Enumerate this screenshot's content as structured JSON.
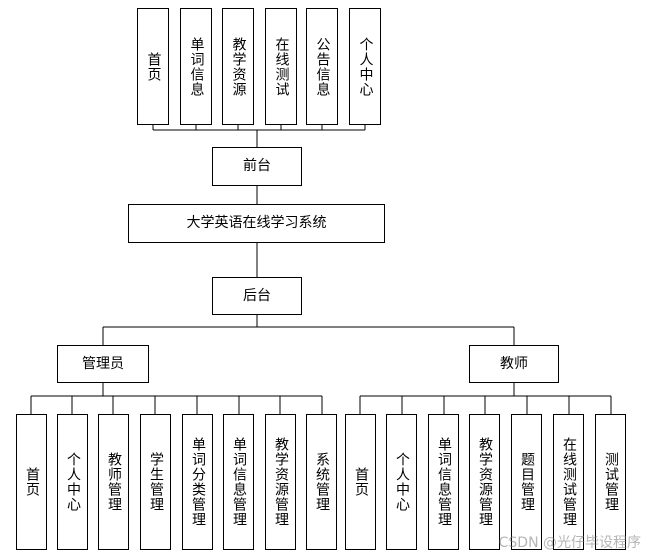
{
  "diagram": {
    "root": "大学英语在线学习系统",
    "frontend": {
      "label": "前台",
      "items": [
        "首页",
        "单词信息",
        "教学资源",
        "在线测试",
        "公告信息",
        "个人中心"
      ]
    },
    "backend": {
      "label": "后台",
      "admin": {
        "label": "管理员",
        "items": [
          "首页",
          "个人中心",
          "教师管理",
          "学生管理",
          "单词分类管理",
          "单词信息管理",
          "教学资源管理",
          "系统管理"
        ]
      },
      "teacher": {
        "label": "教师",
        "items": [
          "首页",
          "个人中心",
          "单词信息管理",
          "教学资源管理",
          "题目管理",
          "在线测试管理",
          "测试管理"
        ]
      }
    }
  },
  "watermark": "CSDN @光仔毕设程序",
  "colors": {
    "line": "#000000",
    "background": "#ffffff"
  }
}
